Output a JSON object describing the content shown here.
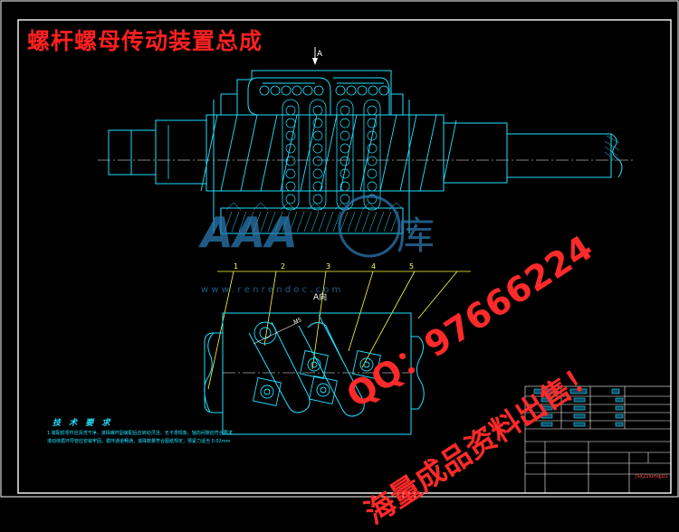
{
  "title": "螺杆螺母传动装置总成",
  "section_marker": "A",
  "view_label": "A向",
  "part_numbers": [
    "1",
    "2",
    "3",
    "4",
    "5"
  ],
  "dimension_text": "M5",
  "technical_requirements": {
    "heading": "技 术 要 求",
    "lines": [
      "1  装配前零件应清洗干净，滚珠螺杆副装配后应转动灵活，无卡滞现象，轴向间隙应符合要求",
      "   滚动体循环导管应安装牢固，循环通道畅通，滚珠数量符合图纸规定，预紧力适当 0.02mm"
    ]
  },
  "watermark_logo": {
    "glyphs": "AAA",
    "chinese": "库",
    "url": "w w w . r e n r e n d o c . c o m"
  },
  "watermark_sale": {
    "qq": "QQ：97666224",
    "text": "海量成品资料出售！"
  },
  "title_block": {
    "drawing_number": "JSXZ2lumqjD1"
  },
  "colors": {
    "background": "#000000",
    "frame": "#ffffff",
    "drawing_lines": "#20e0ff",
    "leader_lines": "#ffff40",
    "title_red": "#ff2020",
    "logo_blue": "#2a78b0"
  }
}
